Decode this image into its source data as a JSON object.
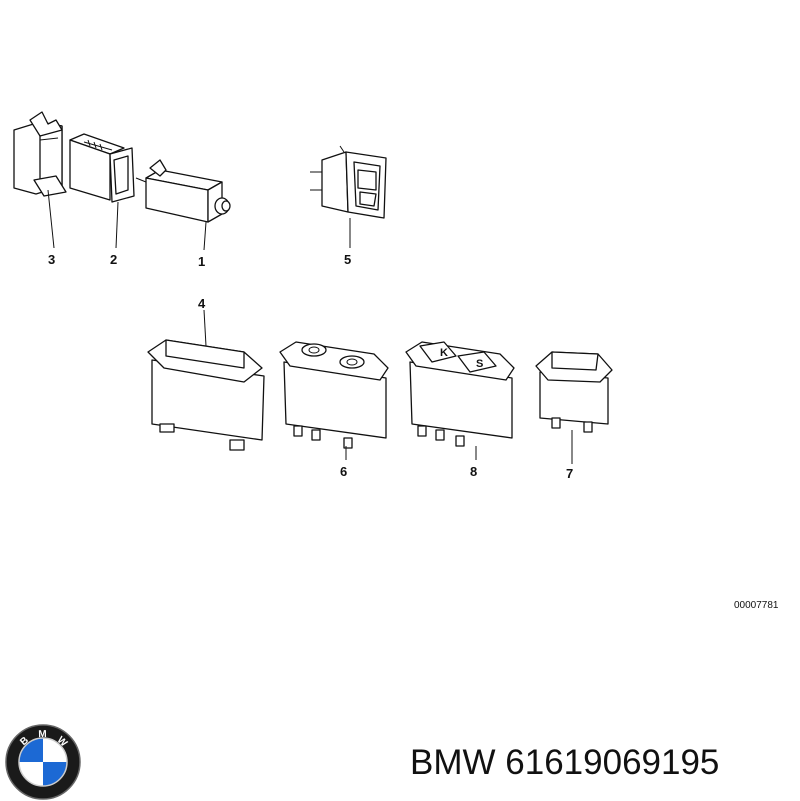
{
  "diagram": {
    "callouts": [
      "3",
      "2",
      "1",
      "5",
      "4",
      "6",
      "8",
      "7"
    ],
    "button_letters": [
      "K",
      "S"
    ],
    "reference_code": "00007781"
  },
  "caption": {
    "brand": "BMW",
    "part_number": "61619069195"
  },
  "logo": {
    "letters": [
      "B",
      "M",
      "W"
    ],
    "colors": {
      "ring": "#1a1a1a",
      "blue": "#1c69d4",
      "white": "#ffffff"
    }
  }
}
